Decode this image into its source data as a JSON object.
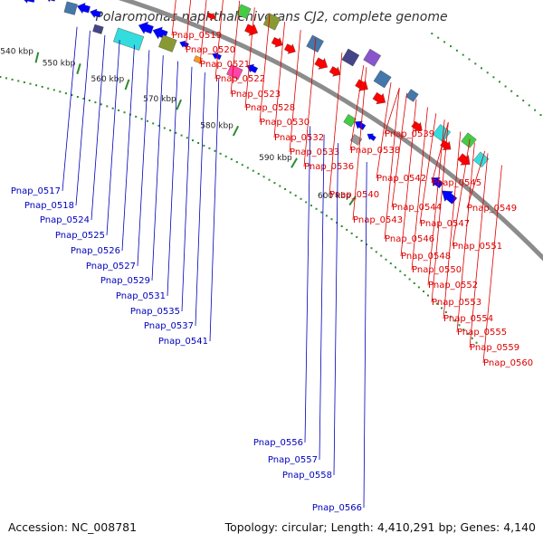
{
  "title": "Polaromonas naphthalenivorans CJ2, complete genome",
  "accession": "Accession: NC_008781",
  "summary": "Topology: circular; Length: 4,410,291 bp; Genes: 4,140",
  "colors": {
    "backbone": "#8c8c8c",
    "tick": "#2e8b2e",
    "red_label": "#dd0000",
    "blue_label": "#0000bb",
    "forward_gene": "#ff0000",
    "reverse_gene": "#0000ff",
    "cog_cyan": "#33dddd",
    "cog_olive": "#889933",
    "cog_steel": "#4477aa",
    "cog_slate": "#444488",
    "cog_pink": "#ff44aa",
    "cog_gray": "#999999",
    "cog_green": "#44cc44",
    "cog_purple": "#8855cc",
    "cog_orange": "#ff9922"
  },
  "kbp_ticks": [
    {
      "label": "540 kbp"
    },
    {
      "label": "550 kbp"
    },
    {
      "label": "560 kbp"
    },
    {
      "label": "570 kbp"
    },
    {
      "label": "580 kbp"
    },
    {
      "label": "590 kbp"
    },
    {
      "label": "600 kbp"
    }
  ],
  "forward_labels": [
    {
      "text": "Pnap_0519"
    },
    {
      "text": "Pnap_0520"
    },
    {
      "text": "Pnap_0521"
    },
    {
      "text": "Pnap_0522"
    },
    {
      "text": "Pnap_0523"
    },
    {
      "text": "Pnap_0528"
    },
    {
      "text": "Pnap_0530"
    },
    {
      "text": "Pnap_0532"
    },
    {
      "text": "Pnap_0533"
    },
    {
      "text": "Pnap_0536"
    },
    {
      "text": "Pnap_0538"
    },
    {
      "text": "Pnap_0539"
    },
    {
      "text": "Pnap_0540"
    },
    {
      "text": "Pnap_0542"
    },
    {
      "text": "Pnap_0543"
    },
    {
      "text": "Pnap_0544"
    },
    {
      "text": "Pnap_0545"
    },
    {
      "text": "Pnap_0546"
    },
    {
      "text": "Pnap_0547"
    },
    {
      "text": "Pnap_0548"
    },
    {
      "text": "Pnap_0549"
    },
    {
      "text": "Pnap_0550"
    },
    {
      "text": "Pnap_0551"
    },
    {
      "text": "Pnap_0552"
    },
    {
      "text": "Pnap_0553"
    },
    {
      "text": "Pnap_0554"
    },
    {
      "text": "Pnap_0555"
    },
    {
      "text": "Pnap_0559"
    },
    {
      "text": "Pnap_0560"
    }
  ],
  "reverse_labels": [
    {
      "text": "Pnap_0517"
    },
    {
      "text": "Pnap_0518"
    },
    {
      "text": "Pnap_0524"
    },
    {
      "text": "Pnap_0525"
    },
    {
      "text": "Pnap_0526"
    },
    {
      "text": "Pnap_0527"
    },
    {
      "text": "Pnap_0529"
    },
    {
      "text": "Pnap_0531"
    },
    {
      "text": "Pnap_0535"
    },
    {
      "text": "Pnap_0537"
    },
    {
      "text": "Pnap_0541"
    },
    {
      "text": "Pnap_0556"
    },
    {
      "text": "Pnap_0557"
    },
    {
      "text": "Pnap_0558"
    },
    {
      "text": "Pnap_0566"
    }
  ]
}
